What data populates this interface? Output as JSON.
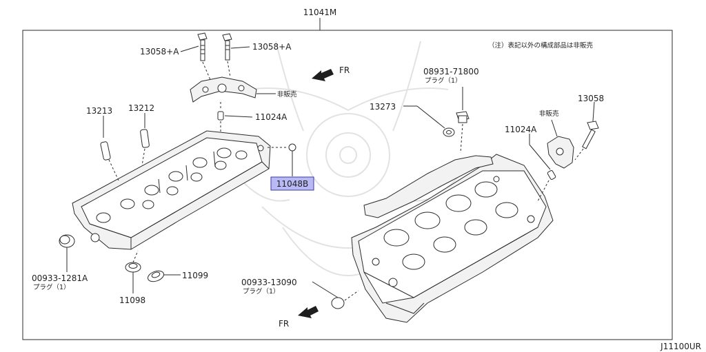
{
  "diagram_code": "J11100UR",
  "frame_label": "11041M",
  "note": "（注）表記以外の構成部品は非販売",
  "direction_labels": [
    "FR",
    "FR"
  ],
  "highlight_color": "#b9b9f5",
  "parts": {
    "p13058a": "13058+A",
    "p13058b": "13058+A",
    "not_for_sale_left": "非販売",
    "p11024a_left": "11024A",
    "p13213": "13213",
    "p13212": "13212",
    "p11048b": "11048B",
    "p00933_1281a": "00933-1281A",
    "p00933_1281a_sub": "プラグ（1）",
    "p11099": "11099",
    "p11098": "11098",
    "p08931_71800": "08931-71800",
    "p08931_71800_sub": "プラグ（1）",
    "p13273": "13273",
    "p13058_right": "13058",
    "not_for_sale_right": "非販売",
    "p11024a_right": "11024A",
    "p00933_13090": "00933-13090",
    "p00933_13090_sub": "プラグ（1）"
  }
}
